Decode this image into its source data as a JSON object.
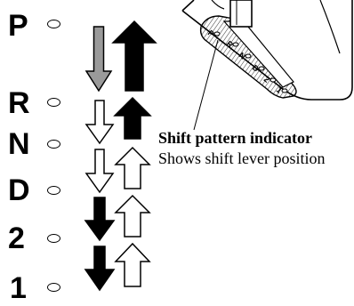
{
  "positions": [
    {
      "key": "P",
      "label": "P"
    },
    {
      "key": "R",
      "label": "R"
    },
    {
      "key": "N",
      "label": "N"
    },
    {
      "key": "D",
      "label": "D"
    },
    {
      "key": "2",
      "label": "2"
    },
    {
      "key": "1",
      "label": "1"
    }
  ],
  "gate_labels": [
    "P",
    "R",
    "N",
    "D",
    "2",
    "1"
  ],
  "callout": {
    "title": "Shift pattern indicator",
    "description": "Shows shift lever position"
  },
  "arrows": [
    {
      "between": "P-R",
      "down": "gray",
      "up": "black"
    },
    {
      "between": "R-N",
      "down": "outline",
      "up": "black"
    },
    {
      "between": "N-D",
      "down": "outline",
      "up": "outline"
    },
    {
      "between": "D-2",
      "down": "black",
      "up": "outline"
    },
    {
      "between": "2-1",
      "down": "black",
      "up": "outline"
    }
  ],
  "colors": {
    "black": "#000000",
    "gray": "#9a9a9a",
    "outline": "#ffffff"
  }
}
